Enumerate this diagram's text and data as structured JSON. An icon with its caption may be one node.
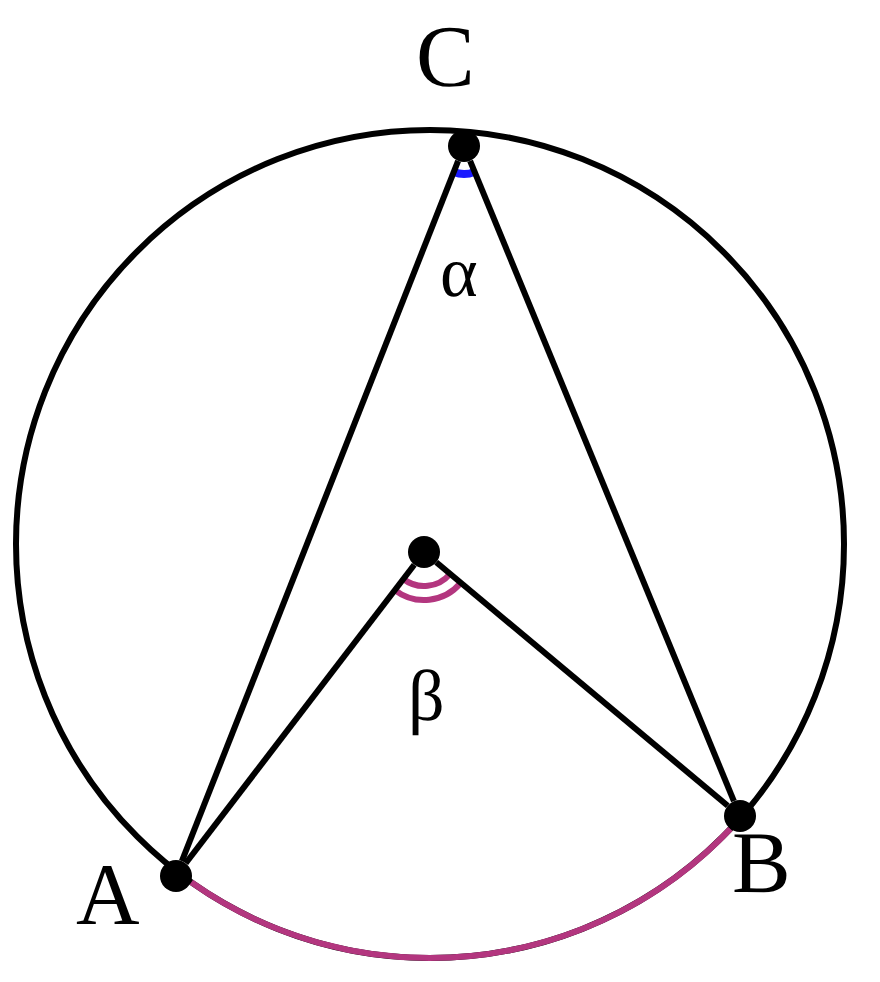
{
  "diagram": {
    "nodes": [
      {
        "text": [
          "C"
        ]
      },
      {
        "text": [],
        "shape": "circle"
      },
      {
        "text": [
          "A"
        ]
      },
      {
        "text": [
          "B"
        ]
      }
    ],
    "edges": [
      {
        "from": 0,
        "to": 2,
        "arrow": "none"
      },
      {
        "from": 0,
        "to": 3,
        "arrow": "none"
      },
      {
        "from": 1,
        "to": 2,
        "arrow": "none"
      },
      {
        "from": 1,
        "to": 3,
        "arrow": "none"
      },
      {
        "from": 2,
        "to": 3,
        "arrow": "none",
        "color": "#b3367f"
      }
    ],
    "labels": [
      "α",
      "β"
    ]
  }
}
